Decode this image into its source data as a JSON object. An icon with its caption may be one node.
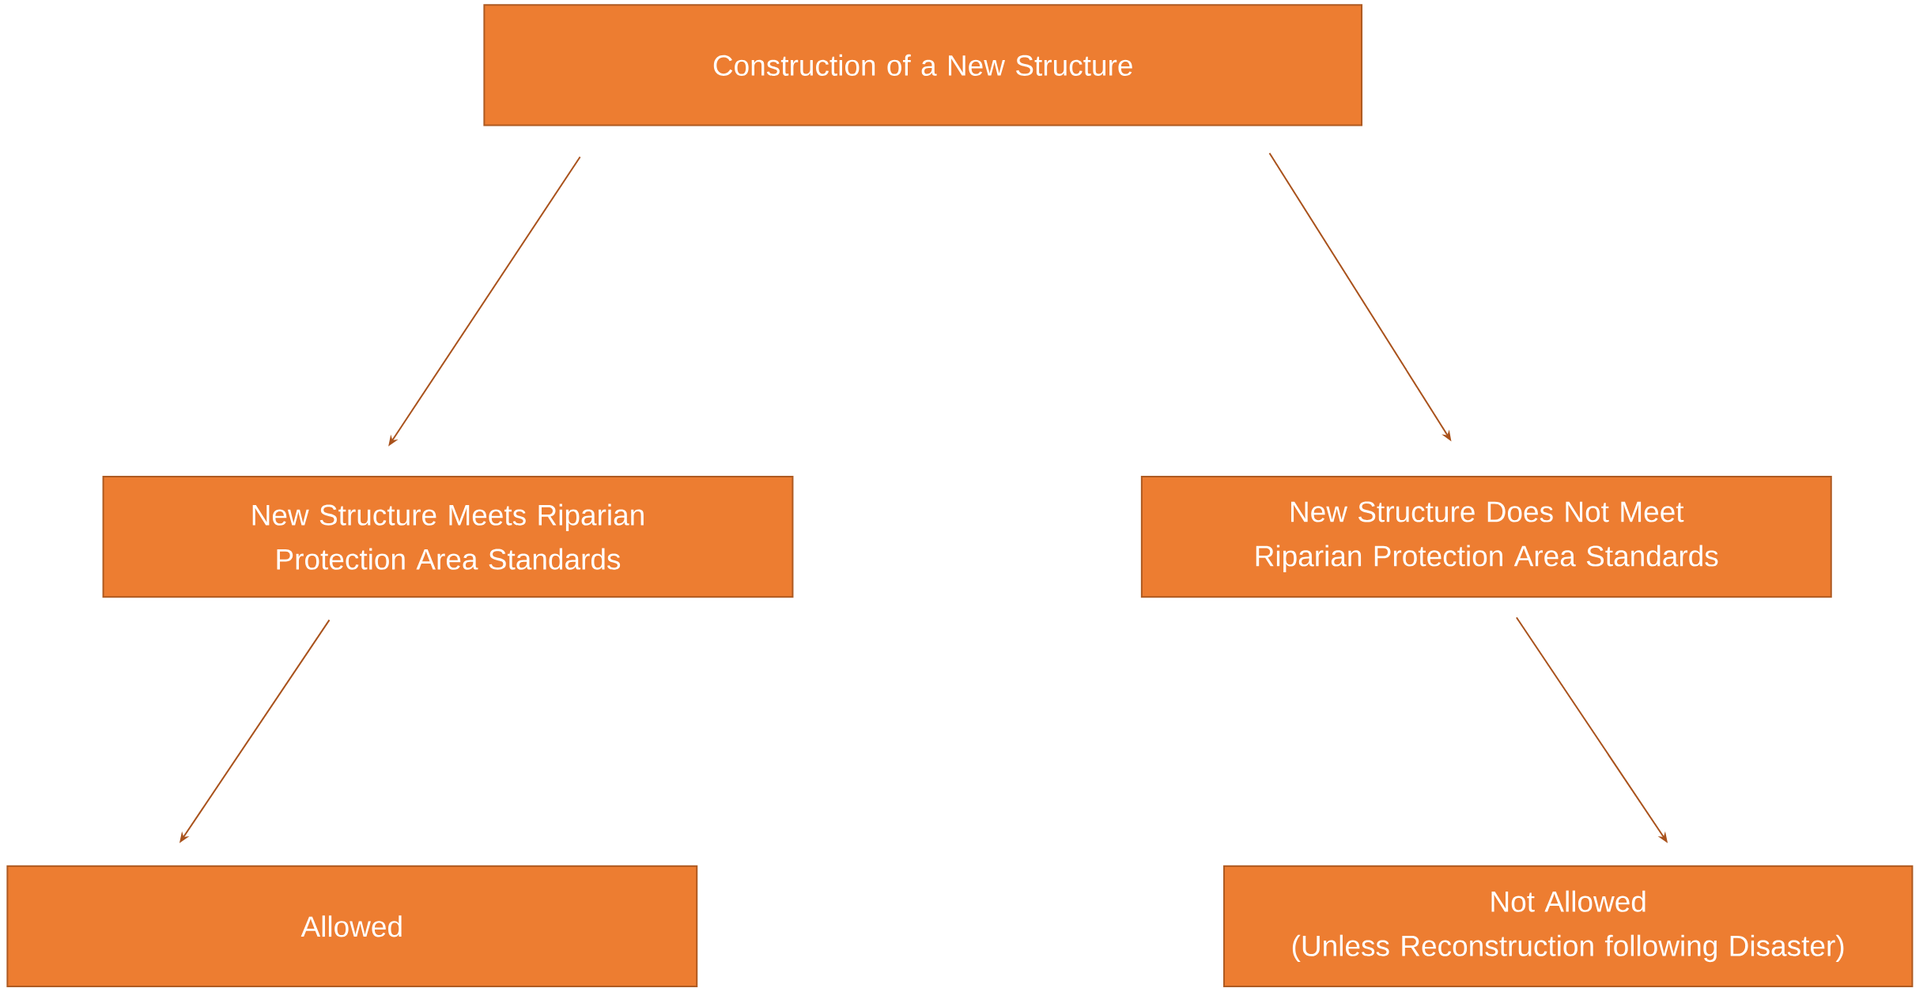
{
  "diagram": {
    "nodes": [
      {
        "text": [
          "Construction of a New Structure"
        ]
      },
      {
        "text": [
          "New Structure Meets Riparian Protection Area Standards"
        ]
      },
      {
        "text": [
          "New Structure Does Not Meet Riparian Protection Area Standards"
        ]
      },
      {
        "text": [
          "Allowed"
        ]
      },
      {
        "text": [
          "Not Allowed",
          "(Unless Reconstruction following Disaster)"
        ]
      }
    ],
    "edges": [
      {
        "from": 0,
        "to": 1,
        "arrow": "to"
      },
      {
        "from": 0,
        "to": 2,
        "arrow": "to"
      },
      {
        "from": 1,
        "to": 3,
        "arrow": "to"
      },
      {
        "from": 2,
        "to": 4,
        "arrow": "to"
      }
    ]
  }
}
